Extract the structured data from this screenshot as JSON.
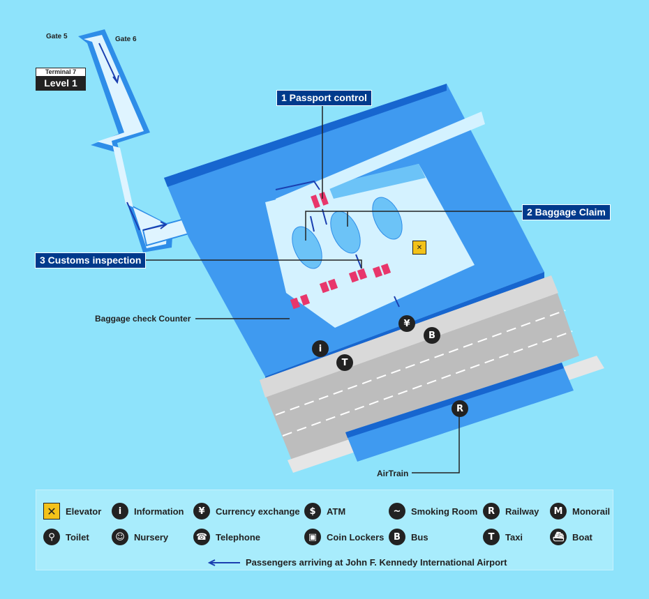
{
  "gates": [
    "Gate 5",
    "Gate 6"
  ],
  "terminal": {
    "name": "Terminal 7",
    "level": "Level 1"
  },
  "callouts": {
    "passport": "1 Passport control",
    "baggage": "2 Baggage Claim",
    "customs": "3 Customs inspection",
    "checkin": "Baggage check Counter",
    "airtrain": "AirTrain"
  },
  "legend": {
    "items": [
      {
        "label": "Elevator",
        "icon": "elevator-icon"
      },
      {
        "label": "Information",
        "icon": "information-icon"
      },
      {
        "label": "Currency exchange",
        "icon": "currency-exchange-icon"
      },
      {
        "label": "ATM",
        "icon": "atm-icon"
      },
      {
        "label": "Smoking Room",
        "icon": "smoking-room-icon"
      },
      {
        "label": "Railway",
        "icon": "railway-icon"
      },
      {
        "label": "Monorail",
        "icon": "monorail-icon"
      },
      {
        "label": "Toilet",
        "icon": "toilet-icon"
      },
      {
        "label": "Nursery",
        "icon": "nursery-icon"
      },
      {
        "label": "Telephone",
        "icon": "telephone-icon"
      },
      {
        "label": "Coin Lockers",
        "icon": "coin-lockers-icon"
      },
      {
        "label": "Bus",
        "icon": "bus-icon"
      },
      {
        "label": "Taxi",
        "icon": "taxi-icon"
      },
      {
        "label": "Boat",
        "icon": "boat-icon"
      }
    ],
    "arrow_note": "Passengers arriving at John F. Kennedy International Airport"
  },
  "colors": {
    "background": "#8ee3fb",
    "building": "#3f9af0",
    "building_dark": "#1766cf",
    "floor": "#d4f2ff",
    "counter": "#e8366b",
    "road": "#bdbdbd",
    "label_bg": "#003a8c",
    "elevator": "#f3c219"
  }
}
